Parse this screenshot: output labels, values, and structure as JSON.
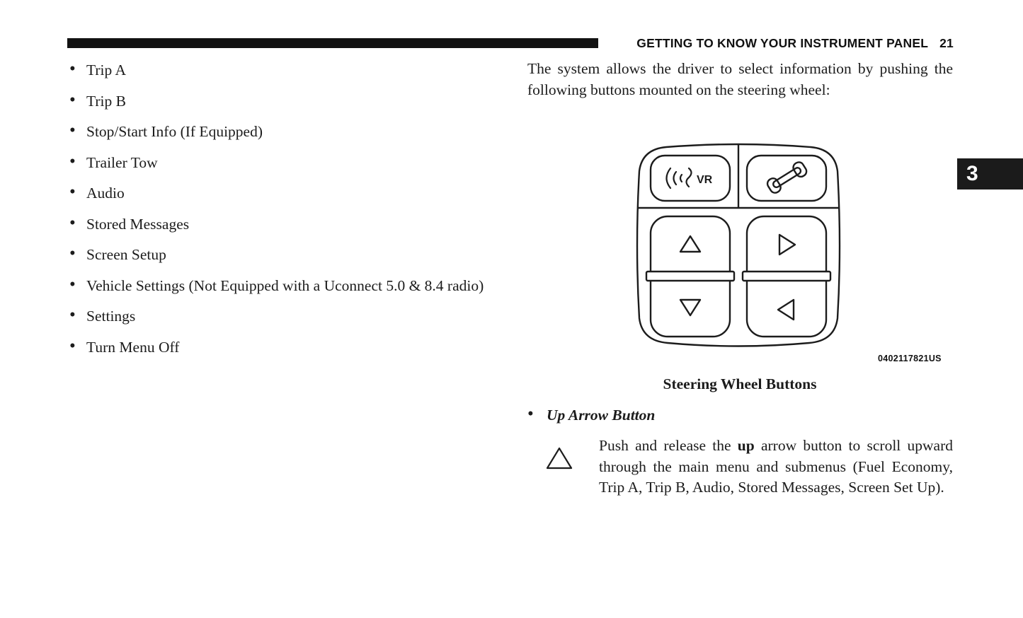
{
  "header": {
    "title": "GETTING TO KNOW YOUR INSTRUMENT PANEL",
    "page_number": "21"
  },
  "chapter_tab": {
    "number": "3"
  },
  "colors": {
    "ink": "#1c1c1c",
    "header_bar": "#121212",
    "tab_background": "#1b1b1b"
  },
  "left_column": {
    "bullets": [
      "Trip A",
      "Trip B",
      "Stop/Start Info (If Equipped)",
      "Trailer Tow",
      "Audio",
      "Stored Messages",
      "Screen Setup",
      "Vehicle Settings (Not Equipped with a Uconnect 5.0 & 8.4 radio)",
      "Settings",
      "Turn Menu Off"
    ]
  },
  "right_column": {
    "intro": "The system allows the driver to select information by pushing the following buttons mounted on the steering wheel:",
    "figure": {
      "vr_label": "VR",
      "code": "0402117821US",
      "caption": "Steering Wheel Buttons"
    },
    "up_arrow": {
      "heading": "Up Arrow Button",
      "text_pre": "Push and release the ",
      "text_bold": "up",
      "text_post": " arrow button to scroll upward through the main menu and submenus (Fuel Economy, Trip A, Trip B, Audio, Stored Messages, Screen Set Up)."
    }
  }
}
